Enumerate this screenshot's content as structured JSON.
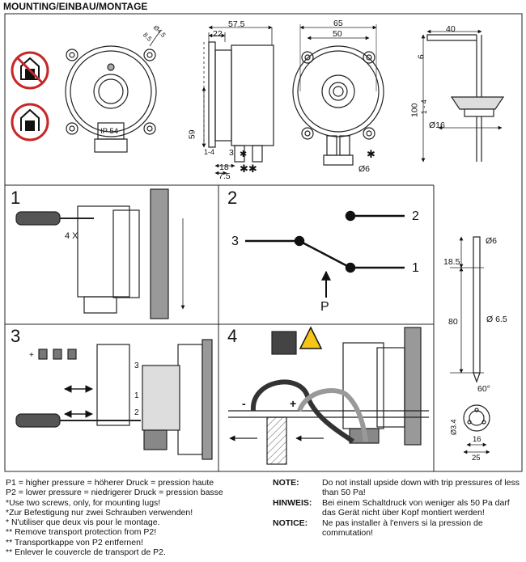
{
  "title": "MOUNTING/EINBAU/MONTAGE",
  "dims": {
    "top_a": "57.5",
    "top_b": "22",
    "side_h": "59",
    "d1": "18",
    "d2": "7.5",
    "d3": "3",
    "d4": "1-4",
    "star1": "✱✱",
    "star2": "✱",
    "star3": "✱",
    "front_a": "65",
    "front_b": "50",
    "front_c": "Ø6",
    "hole_a": "Ø4.5",
    "hole_b": "8.5",
    "ip": "IP 54",
    "tube_w": "40",
    "tube_h": "100",
    "tube_a": "6",
    "tube_b": "1 - 4",
    "tube_d": "Ø16",
    "probe_d1": "Ø6",
    "probe_a": "18.5",
    "probe_b": "80",
    "probe_d2": "Ø 6.5",
    "probe_ang": "60°",
    "probe_c": "Ø3.4",
    "probe_e": "16",
    "probe_f": "25"
  },
  "steps": {
    "s1": "1",
    "s2": "2",
    "s3": "3",
    "s4": "4",
    "s1_label": "4 X",
    "sw_1": "1",
    "sw_2": "2",
    "sw_3": "3",
    "sw_p": "P",
    "s3_t1": "3",
    "s3_t2": "1",
    "s3_t3": "2",
    "plus": "+",
    "minus": "-",
    "plus2": "+"
  },
  "legend": [
    "P1 = higher pressure = höherer Druck = pression haute",
    "P2 = lower pressure = niedrigerer Druck = pression basse",
    "*Use two screws, only, for mounting lugs!",
    "*Zur Befestigung nur zwei Schrauben verwenden!",
    "* N'utiliser que deux vis pour le montage.",
    "** Remove transport protection from P2!",
    "** Transportkappe von P2 entfernen!",
    "** Enlever le couvercle de transport de P2."
  ],
  "notice": [
    {
      "label": "NOTE:",
      "text": "Do not install upside down with trip pressures of less than 50 Pa!"
    },
    {
      "label": "HINWEIS:",
      "text": "Bei einem Schaltdruck von weniger als 50 Pa darf das Gerät nicht über Kopf montiert werden!"
    },
    {
      "label": "NOTICE:",
      "text": "Ne pas installer à l'envers si la pression de commutation!"
    }
  ]
}
